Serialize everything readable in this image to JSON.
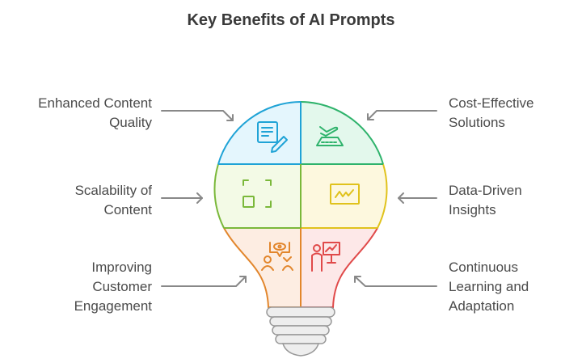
{
  "title": "Key Benefits of AI Prompts",
  "benefits": {
    "enhanced_quality": {
      "line1": "Enhanced Content",
      "line2": "Quality",
      "icon": "document-pencil-icon",
      "color": "#1fa3d6"
    },
    "cost_effective": {
      "line1": "Cost-Effective",
      "line2": "Solutions",
      "icon": "plane-runway-icon",
      "color": "#2fb36c"
    },
    "scalability": {
      "line1": "Scalability of",
      "line2": "Content",
      "icon": "scale-frame-icon",
      "color": "#7ab83a"
    },
    "data_driven": {
      "line1": "Data-Driven",
      "line2": "Insights",
      "icon": "chart-line-icon",
      "color": "#e0c21c"
    },
    "engagement": {
      "line1": "Improving",
      "line2": "Customer",
      "line3": "Engagement",
      "icon": "people-eye-icon",
      "color": "#e2862c"
    },
    "learning": {
      "line1": "Continuous",
      "line2": "Learning and",
      "line3": "Adaptation",
      "icon": "presenter-icon",
      "color": "#e04a4a"
    }
  }
}
